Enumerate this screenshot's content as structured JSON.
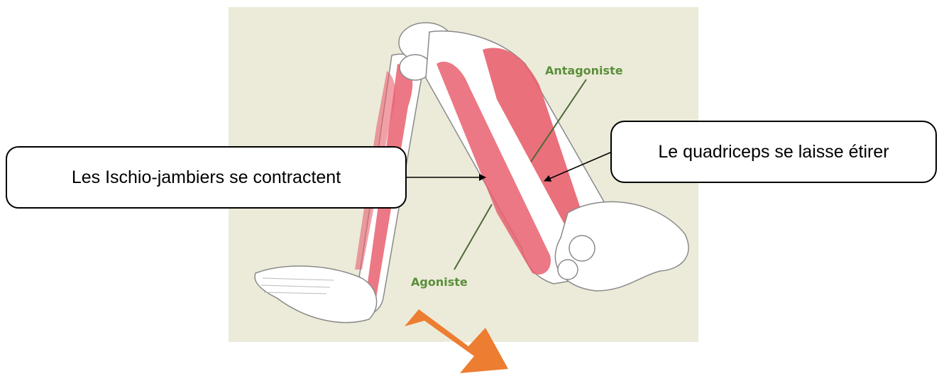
{
  "labels": {
    "antagonist": "Antagoniste",
    "agonist": "Agoniste"
  },
  "callouts": {
    "left": "Les Ischio-jambiers se contractent",
    "right": "Le quadriceps se laisse étirer"
  },
  "colors": {
    "panel_background": "#ecebd9",
    "muscle": "#e8606e",
    "bone": "#ffffff",
    "label_green": "#5a8f3a",
    "arrow_orange": "#ed7d31"
  }
}
